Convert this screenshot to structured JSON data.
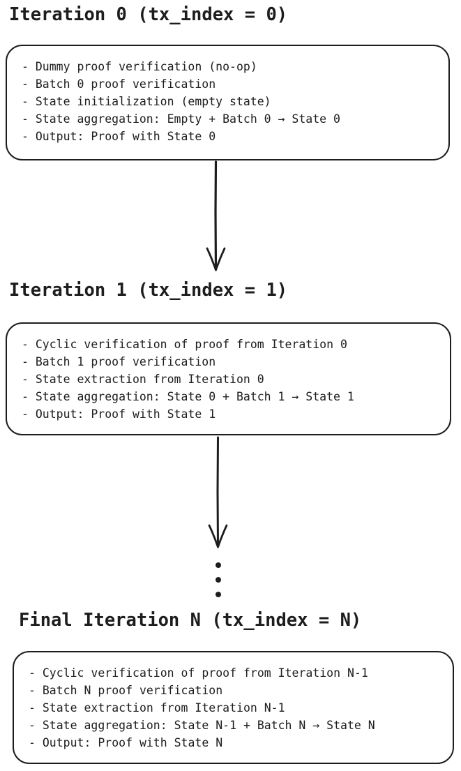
{
  "page": {
    "background_color": "#ffffff",
    "ink_color": "#1d1d1d"
  },
  "sections": [
    {
      "title": "Iteration 0 (tx_index = 0)",
      "items": [
        "- Dummy proof verification (no-op)",
        "- Batch 0 proof verification",
        "- State initialization (empty state)",
        "- State aggregation: Empty + Batch 0 → State 0",
        "- Output: Proof with State 0"
      ]
    },
    {
      "title": "Iteration 1 (tx_index = 1)",
      "items": [
        "- Cyclic verification of proof from Iteration 0",
        "- Batch 1 proof verification",
        "- State extraction from Iteration 0",
        "- State aggregation: State 0 + Batch 1 → State 1",
        "- Output: Proof with State 1"
      ]
    },
    {
      "title": "Final Iteration N (tx_index = N)",
      "items": [
        "- Cyclic verification of proof from Iteration N-1",
        "- Batch N proof verification",
        "- State extraction from Iteration N-1",
        "- State aggregation: State N-1 + Batch N → State N",
        "- Output: Proof with State N"
      ]
    }
  ],
  "connectors": {
    "down_arrows": 2,
    "ellipsis_dots": 3
  }
}
